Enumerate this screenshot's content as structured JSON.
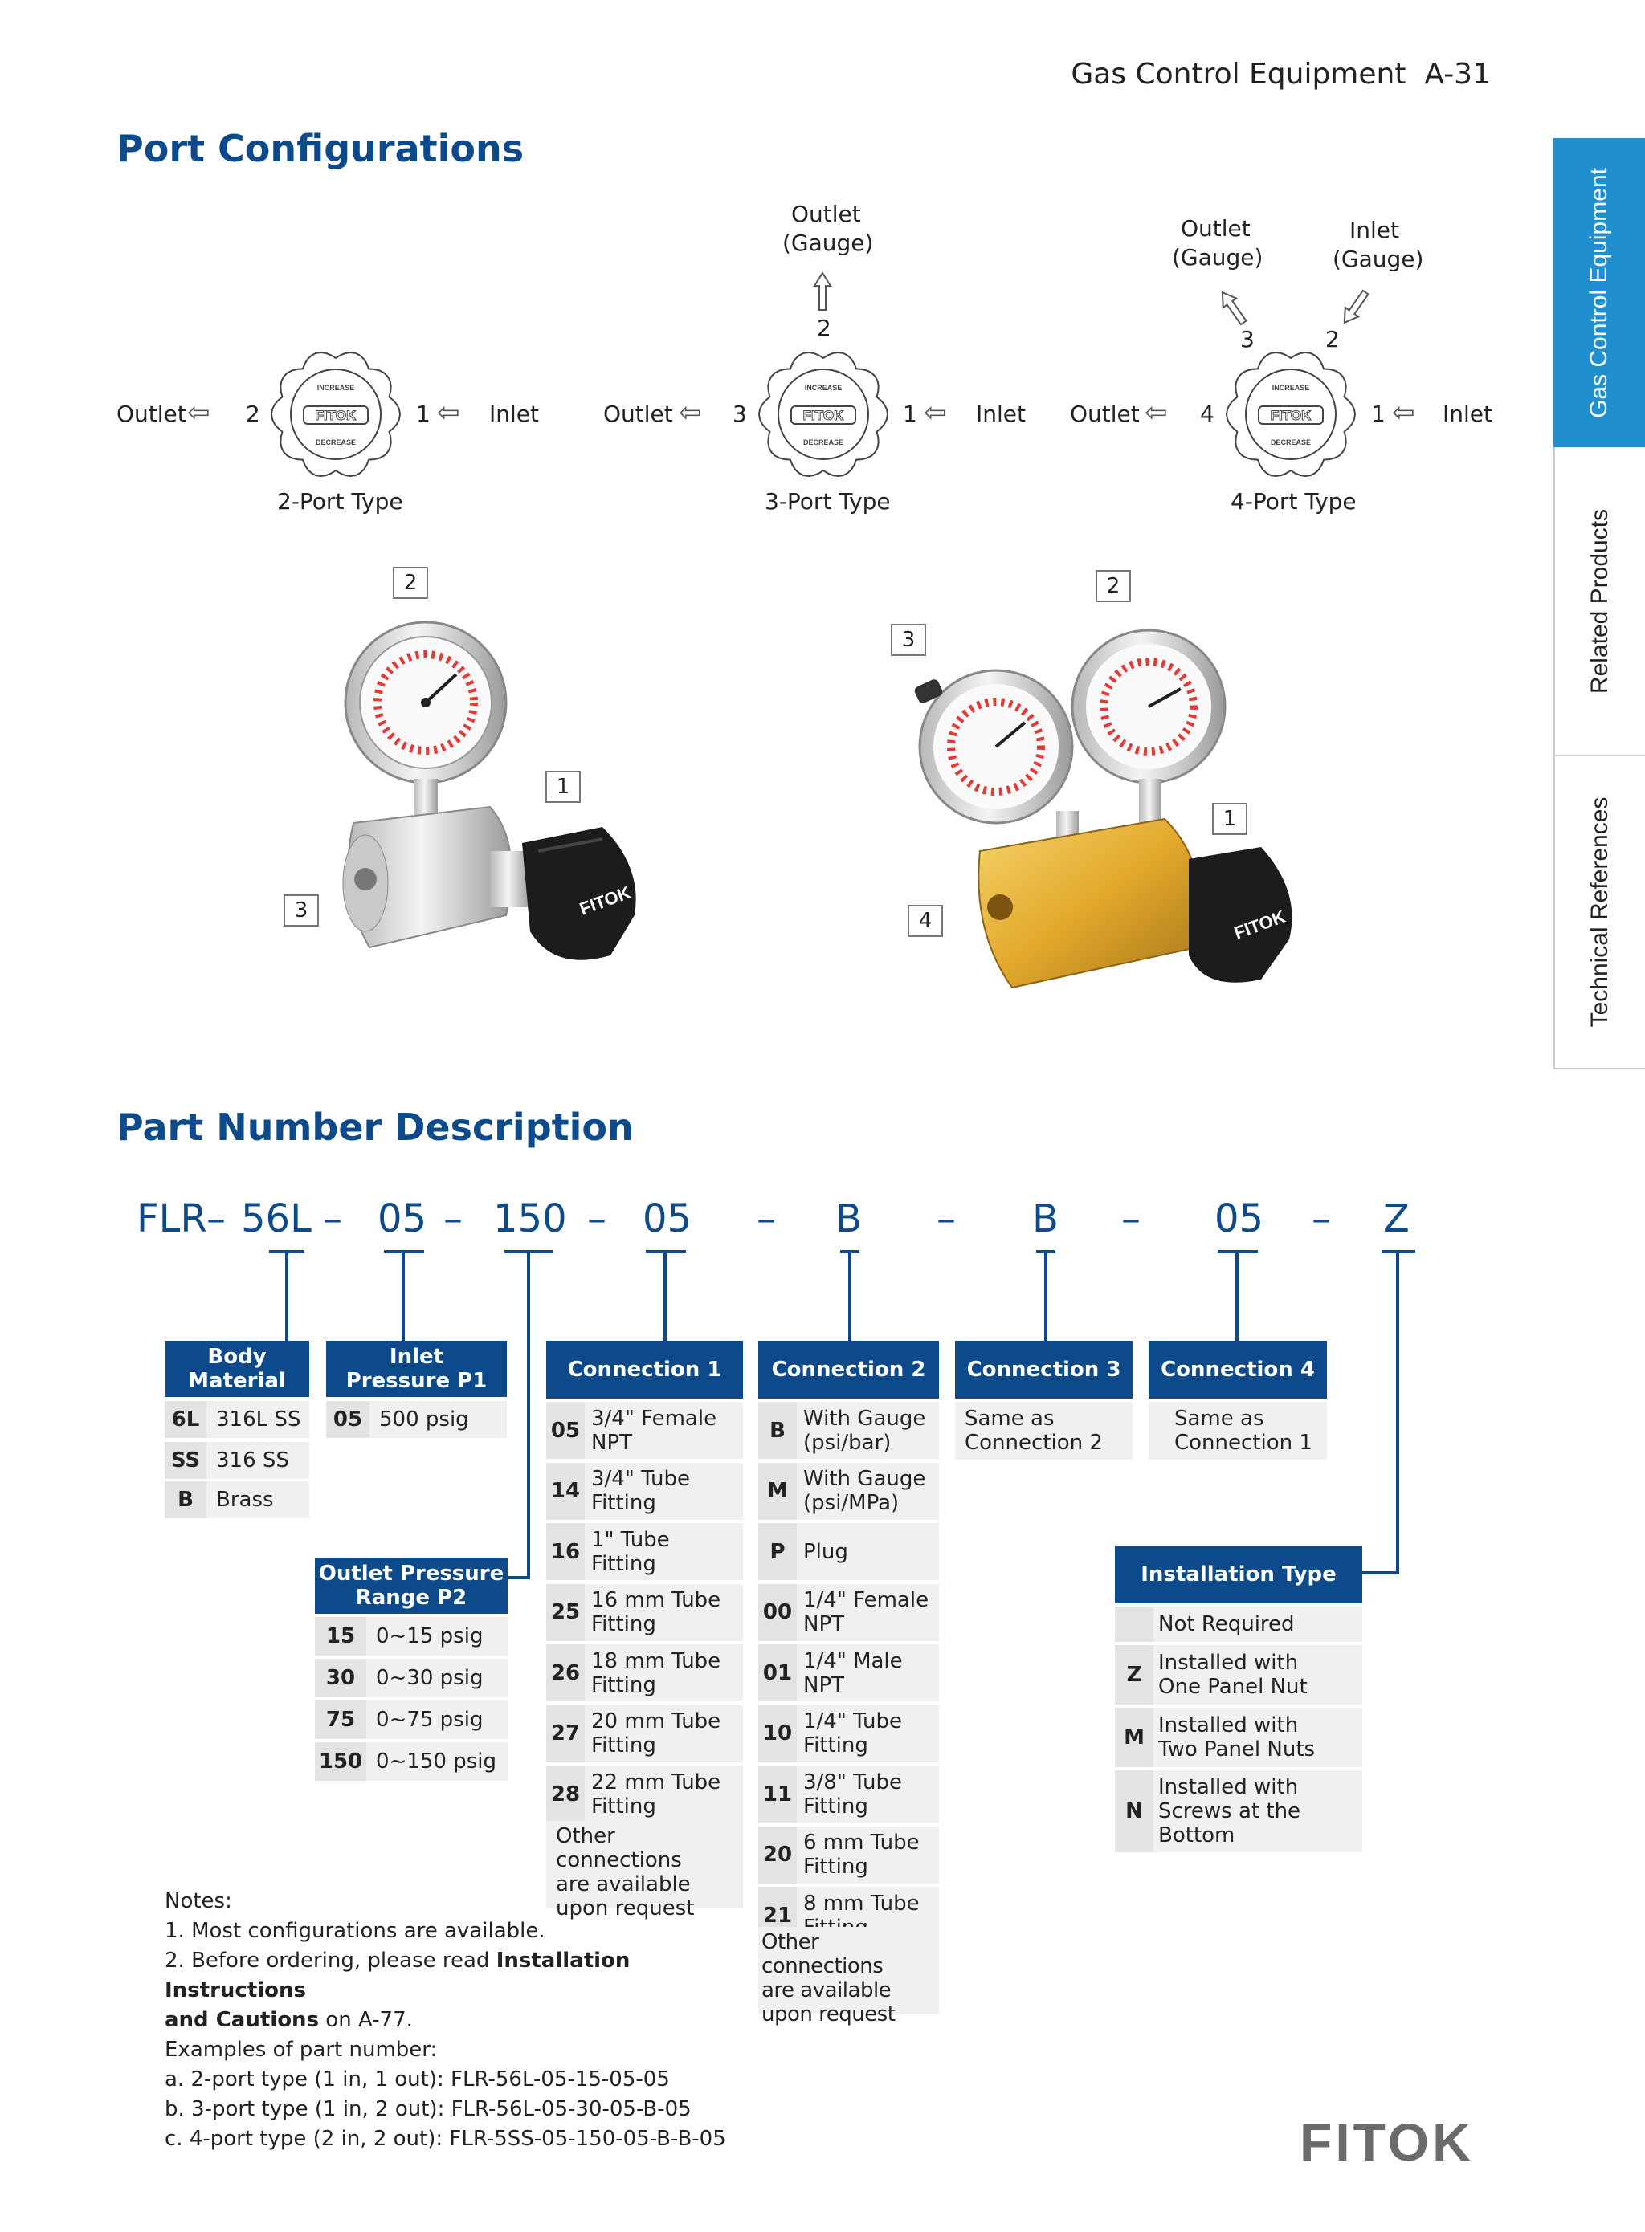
{
  "header": {
    "section": "Gas Control Equipment",
    "page": "A-31"
  },
  "side_tabs": [
    "Gas Control Equipment",
    "Related Products",
    "Technical References"
  ],
  "port_config": {
    "title": "Port Configurations",
    "knob_increase": "INCREASE",
    "knob_decrease": "DECREASE",
    "knob_brand": "FITOK",
    "arrow_left": "⇦",
    "arrow_right": "⇦",
    "two": {
      "left": "Outlet",
      "left_num": "2",
      "right_num": "1",
      "right": "Inlet",
      "caption": "2-Port Type"
    },
    "three": {
      "top": "Outlet",
      "top2": "(Gauge)",
      "top_num": "2",
      "left": "Outlet",
      "left_num": "3",
      "right_num": "1",
      "right": "Inlet",
      "caption": "3-Port Type"
    },
    "four": {
      "tl": "Outlet",
      "tl2": "(Gauge)",
      "tr": "Inlet",
      "tr2": "(Gauge)",
      "tl_num": "3",
      "tr_num": "2",
      "left": "Outlet",
      "left_num": "4",
      "right_num": "1",
      "right": "Inlet",
      "caption": "4-Port Type"
    }
  },
  "photos": {
    "a": {
      "c2": "2",
      "c1": "1",
      "c3": "3",
      "brand": "FITOK"
    },
    "b": {
      "c2": "2",
      "c3": "3",
      "c1": "1",
      "c4": "4",
      "brand": "FITOK"
    }
  },
  "pnd": {
    "title": "Part Number Description",
    "code": [
      "FLR",
      "56L",
      "05",
      "150",
      "05",
      "B",
      "B",
      "05",
      "Z"
    ],
    "dash": "–",
    "body": {
      "h1": "Body",
      "h2": "Material",
      "rows": [
        {
          "k": "6L",
          "v": "316L SS"
        },
        {
          "k": "SS",
          "v": "316 SS"
        },
        {
          "k": "B",
          "v": "Brass"
        }
      ]
    },
    "inlet": {
      "h1": "Inlet",
      "h2": "Pressure P1",
      "rows": [
        {
          "k": "05",
          "v": "500 psig"
        }
      ]
    },
    "outlet": {
      "h1": "Outlet Pressure",
      "h2": "Range P2",
      "rows": [
        {
          "k": "15",
          "v": "0~15 psig"
        },
        {
          "k": "30",
          "v": "0~30 psig"
        },
        {
          "k": "75",
          "v": "0~75 psig"
        },
        {
          "k": "150",
          "v": "0~150 psig"
        }
      ]
    },
    "conn1": {
      "h": "Connection 1",
      "rows": [
        {
          "k": "05",
          "v1": "3/4\" Female",
          "v2": "NPT"
        },
        {
          "k": "14",
          "v1": "3/4\" Tube",
          "v2": "Fitting"
        },
        {
          "k": "16",
          "v1": "1\" Tube",
          "v2": "Fitting"
        },
        {
          "k": "25",
          "v1": "16 mm Tube",
          "v2": "Fitting"
        },
        {
          "k": "26",
          "v1": "18 mm Tube",
          "v2": "Fitting"
        },
        {
          "k": "27",
          "v1": "20 mm Tube",
          "v2": "Fitting"
        },
        {
          "k": "28",
          "v1": "22 mm Tube",
          "v2": "Fitting"
        }
      ],
      "other1": "Other connections",
      "other2": "are available",
      "other3": "upon request"
    },
    "conn2": {
      "h": "Connection 2",
      "rows": [
        {
          "k": "B",
          "v1": "With Gauge",
          "v2": "(psi/bar)"
        },
        {
          "k": "M",
          "v1": "With Gauge",
          "v2": "(psi/MPa)"
        },
        {
          "k": "P",
          "v1": "Plug",
          "v2": ""
        },
        {
          "k": "00",
          "v1": "1/4\" Female",
          "v2": "NPT"
        },
        {
          "k": "01",
          "v1": "1/4\" Male",
          "v2": "NPT"
        },
        {
          "k": "10",
          "v1": "1/4\" Tube",
          "v2": "Fitting"
        },
        {
          "k": "11",
          "v1": "3/8\" Tube",
          "v2": "Fitting"
        },
        {
          "k": "20",
          "v1": "6 mm Tube",
          "v2": "Fitting"
        },
        {
          "k": "21",
          "v1": "8 mm Tube",
          "v2": "Fitting"
        }
      ],
      "other1": "Other connections",
      "other2": "are available",
      "other3": "upon request"
    },
    "conn3": {
      "h": "Connection 3",
      "v1": "Same as",
      "v2": "Connection 2"
    },
    "conn4": {
      "h": "Connection 4",
      "v1": "Same as",
      "v2": "Connection 1"
    },
    "install": {
      "h": "Installation Type",
      "rows": [
        {
          "k": "",
          "v1": "Not Required",
          "v2": "",
          "v3": ""
        },
        {
          "k": "Z",
          "v1": "Installed with",
          "v2": "One Panel Nut",
          "v3": ""
        },
        {
          "k": "M",
          "v1": "Installed with",
          "v2": "Two Panel Nuts",
          "v3": ""
        },
        {
          "k": "N",
          "v1": "Installed with",
          "v2": "Screws at the",
          "v3": "Bottom"
        }
      ]
    }
  },
  "notes": {
    "title": "Notes:",
    "n1": "1. Most configurations are available.",
    "n2a": "2. Before ordering, please read ",
    "n2b": "Installation Instructions",
    "n2c": "and Cautions",
    "n2d": " on A-77.",
    "ex": "Examples of part number:",
    "a": "a. 2-port type (1 in, 1 out): FLR-56L-05-15-05-05",
    "b": "b. 3-port type (1 in, 2 out): FLR-56L-05-30-05-B-05",
    "c": "c. 4-port type (2 in, 2 out): FLR-5SS-05-150-05-B-B-05"
  },
  "footer": {
    "logo": "FITOK"
  }
}
